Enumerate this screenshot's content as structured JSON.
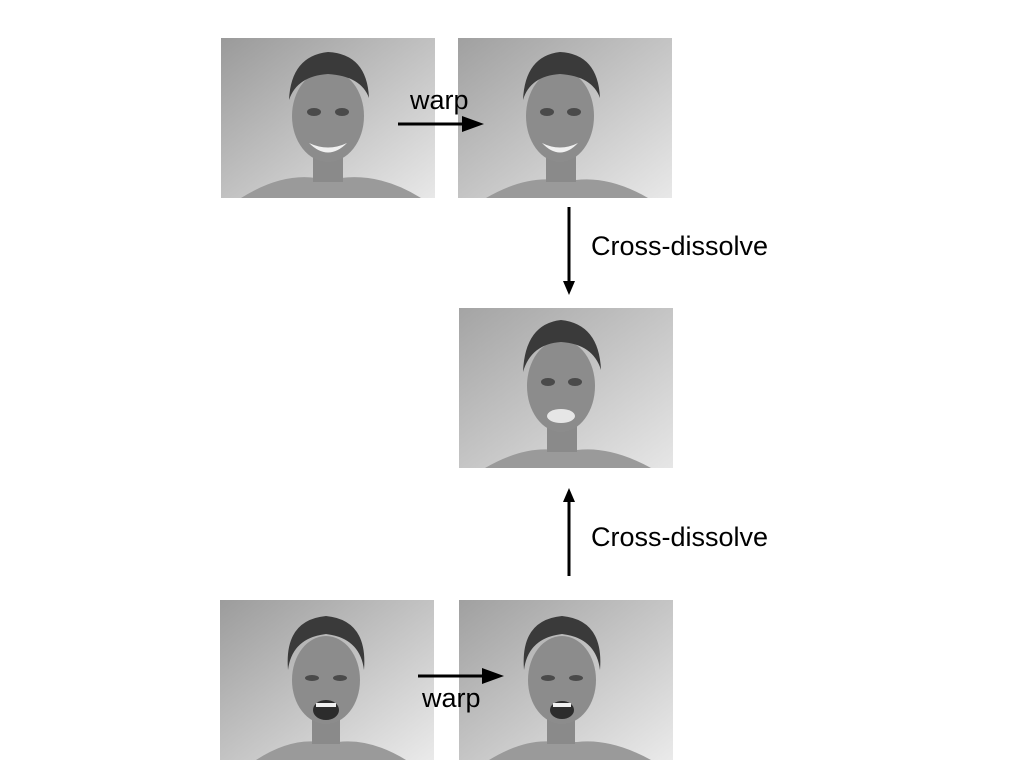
{
  "diagram": {
    "top_warp_label": "warp",
    "top_cross_dissolve_label": "Cross-dissolve",
    "bottom_cross_dissolve_label": "Cross-dissolve",
    "bottom_warp_label": "warp"
  },
  "colors": {
    "background": "#ffffff",
    "ink": "#000000",
    "photo_bg_light": "#e6e6e6",
    "photo_bg_dark": "#9a9a9a",
    "skin": "#8c8c8c",
    "hair": "#3a3a3a"
  },
  "images": [
    {
      "subject": "man face photo (source)"
    },
    {
      "subject": "man face photo (warped)"
    },
    {
      "subject": "morphed face photo (result)"
    },
    {
      "subject": "woman face photo (source)"
    },
    {
      "subject": "woman face photo (warped)"
    }
  ]
}
